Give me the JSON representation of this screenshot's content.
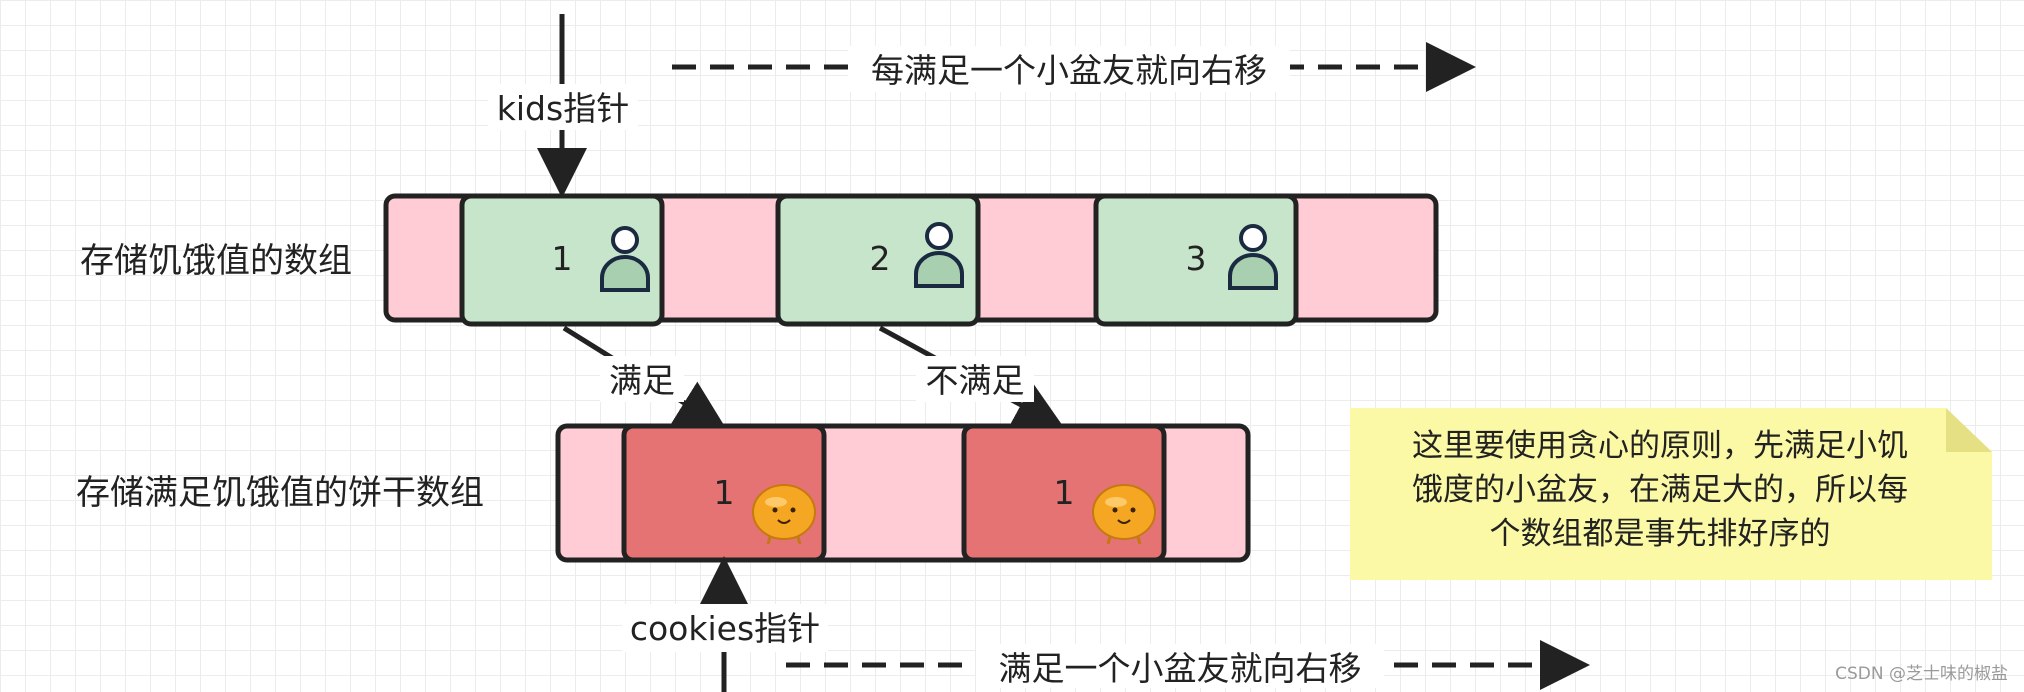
{
  "labels": {
    "kids_array": "存储饥饿值的数组",
    "cookies_array": "存储满足饥饿值的饼干数组",
    "kids_pointer": "kids指针",
    "cookies_pointer": "cookies指针",
    "top_move": "每满足一个小盆友就向右移",
    "bottom_move": "满足一个小盆友就向右移",
    "satisfied": "满足",
    "not_satisfied": "不满足"
  },
  "kids": [
    {
      "value": "1",
      "icon": "person-icon"
    },
    {
      "value": "2",
      "icon": "person-icon"
    },
    {
      "value": "3",
      "icon": "person-icon"
    }
  ],
  "cookies": [
    {
      "value": "1",
      "icon": "cookie-icon"
    },
    {
      "value": "1",
      "icon": "cookie-icon"
    }
  ],
  "note": {
    "lines": [
      "这里要使用贪心的原则，先满足小饥",
      "饿度的小盆友，在满足大的，所以每",
      "个数组都是事先排好序的"
    ]
  },
  "watermark": "CSDN @芝士味的椒盐",
  "colors": {
    "array_bg": "#ffccd5",
    "kid_cell": "#c6e5ca",
    "cookie_cell": "#e57373",
    "note_bg": "#fbf9a6",
    "stroke": "#222222"
  }
}
